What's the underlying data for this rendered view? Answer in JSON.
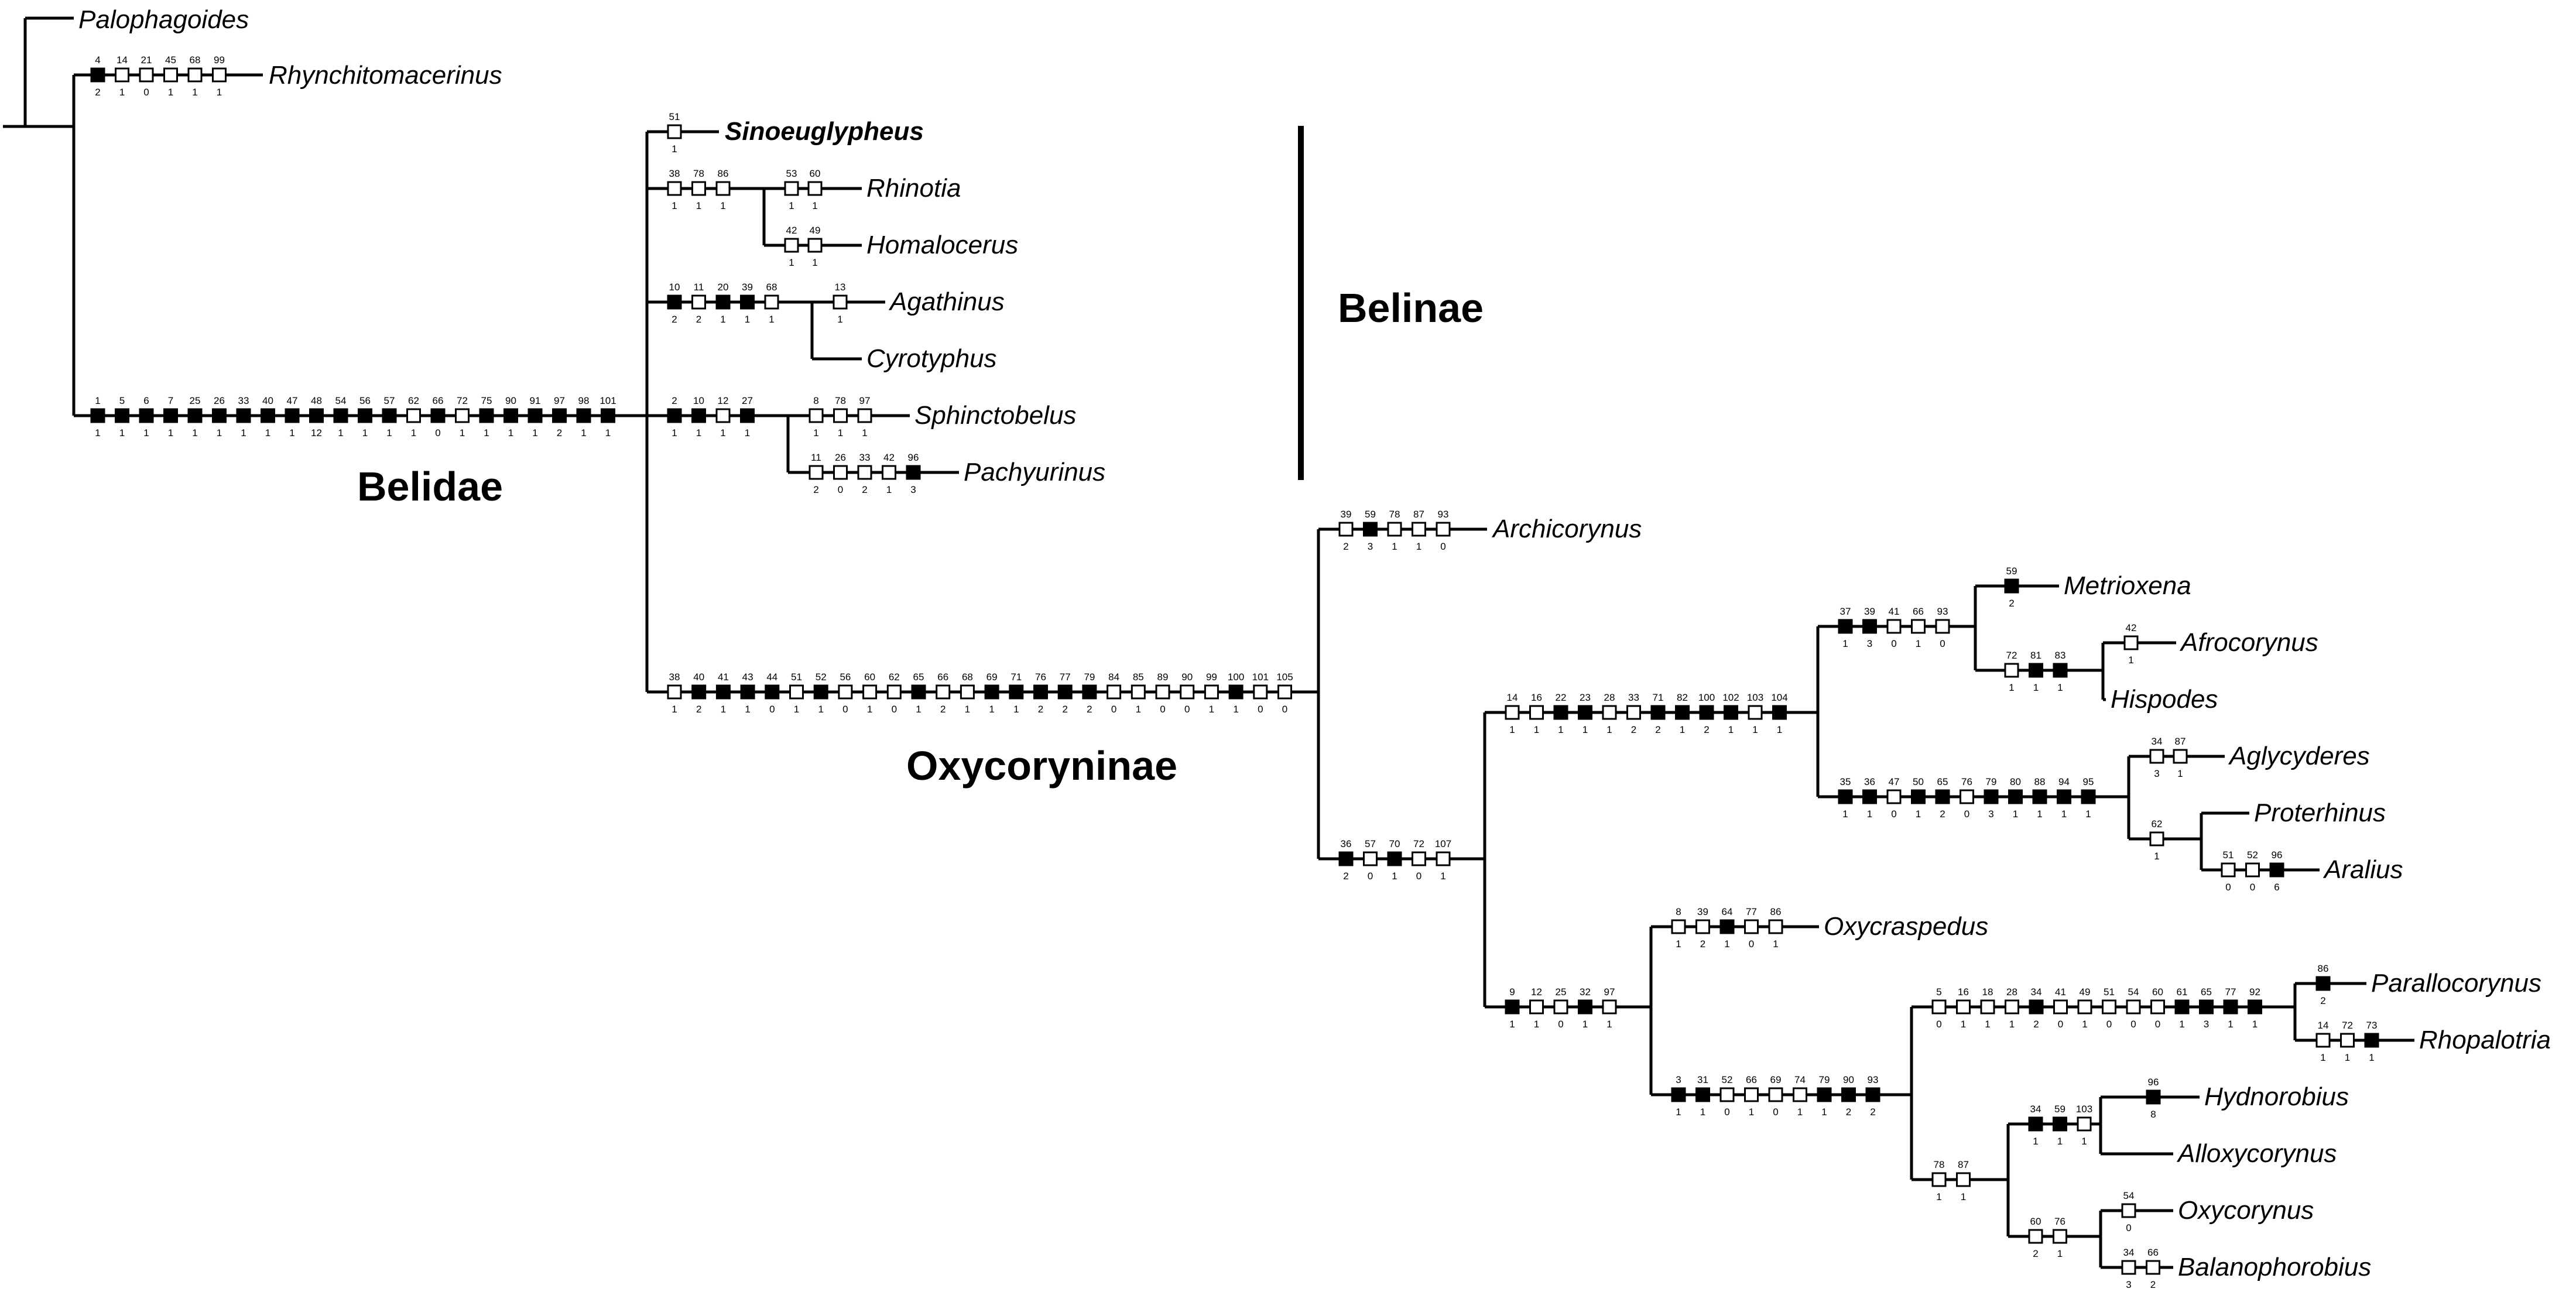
{
  "groups": {
    "belidae": "Belidae",
    "belinae": "Belinae",
    "oxycoryninae": "Oxycoryninae"
  },
  "colors": {
    "line": "#000000",
    "filled": "#000000",
    "open": "#ffffff"
  },
  "taxa": {
    "palophagoides": "Palophagoides",
    "rhynchitomacerinus": "Rhynchitomacerinus",
    "sinoeuglypheus": "Sinoeuglypheus",
    "rhinotia": "Rhinotia",
    "homalocerus": "Homalocerus",
    "agathinus": "Agathinus",
    "cyrotyphus": "Cyrotyphus",
    "sphinctobelus": "Sphinctobelus",
    "pachyurinus": "Pachyurinus",
    "archicorynus": "Archicorynus",
    "metrioxena": "Metrioxena",
    "afrocorynus": "Afrocorynus",
    "hispodes": "Hispodes",
    "aglycyderes": "Aglycyderes",
    "proterhinus": "Proterhinus",
    "aralius": "Aralius",
    "oxycraspedus": "Oxycraspedus",
    "parallocorynus": "Parallocorynus",
    "rhopalotria": "Rhopalotria",
    "hydnorobius": "Hydnorobius",
    "alloxycorynus": "Alloxycorynus",
    "oxycorynus": "Oxycorynus",
    "balanophorobius": "Balanophorobius"
  },
  "branches": {
    "rhynchitomacerinus": {
      "chars": [
        [
          "4",
          "2",
          true
        ],
        [
          "14",
          "1",
          false
        ],
        [
          "21",
          "0",
          false
        ],
        [
          "45",
          "1",
          false
        ],
        [
          "68",
          "1",
          false
        ],
        [
          "99",
          "1",
          false
        ]
      ]
    },
    "belidae": {
      "chars": [
        [
          "1",
          "1",
          true
        ],
        [
          "5",
          "1",
          true
        ],
        [
          "6",
          "1",
          true
        ],
        [
          "7",
          "1",
          true
        ],
        [
          "25",
          "1",
          true
        ],
        [
          "26",
          "1",
          true
        ],
        [
          "33",
          "1",
          true
        ],
        [
          "40",
          "1",
          true
        ],
        [
          "47",
          "1",
          true
        ],
        [
          "48",
          "12",
          true
        ],
        [
          "54",
          "1",
          true
        ],
        [
          "56",
          "1",
          true
        ],
        [
          "57",
          "1",
          true
        ],
        [
          "62",
          "1",
          false
        ],
        [
          "66",
          "0",
          true
        ],
        [
          "72",
          "1",
          false
        ],
        [
          "75",
          "1",
          true
        ],
        [
          "90",
          "1",
          true
        ],
        [
          "91",
          "1",
          true
        ],
        [
          "97",
          "2",
          true
        ],
        [
          "98",
          "1",
          true
        ],
        [
          "101",
          "1",
          true
        ]
      ]
    },
    "sinoeuglypheus": {
      "chars": [
        [
          "51",
          "1",
          false
        ]
      ]
    },
    "rhinotia_homalocerus": {
      "chars": [
        [
          "38",
          "1",
          false
        ],
        [
          "78",
          "1",
          false
        ],
        [
          "86",
          "1",
          false
        ]
      ]
    },
    "rhinotia": {
      "chars": [
        [
          "53",
          "1",
          false
        ],
        [
          "60",
          "1",
          false
        ]
      ]
    },
    "homalocerus": {
      "chars": [
        [
          "42",
          "1",
          false
        ],
        [
          "49",
          "1",
          false
        ]
      ]
    },
    "agathinus_cyrotyphus": {
      "chars": [
        [
          "10",
          "2",
          true
        ],
        [
          "11",
          "2",
          false
        ],
        [
          "20",
          "1",
          true
        ],
        [
          "39",
          "1",
          true
        ],
        [
          "68",
          "1",
          false
        ]
      ]
    },
    "agathinus": {
      "chars": [
        [
          "13",
          "1",
          false
        ]
      ]
    },
    "sphinctobelus_pachyurinus": {
      "chars": [
        [
          "2",
          "1",
          true
        ],
        [
          "10",
          "1",
          true
        ],
        [
          "12",
          "1",
          false
        ],
        [
          "27",
          "1",
          true
        ]
      ]
    },
    "sphinctobelus": {
      "chars": [
        [
          "8",
          "1",
          false
        ],
        [
          "78",
          "1",
          false
        ],
        [
          "97",
          "1",
          false
        ]
      ]
    },
    "pachyurinus": {
      "chars": [
        [
          "11",
          "2",
          false
        ],
        [
          "26",
          "0",
          false
        ],
        [
          "33",
          "2",
          false
        ],
        [
          "42",
          "1",
          false
        ],
        [
          "96",
          "3",
          true
        ]
      ]
    },
    "oxycoryninae": {
      "chars": [
        [
          "38",
          "1",
          false
        ],
        [
          "40",
          "2",
          true
        ],
        [
          "41",
          "1",
          true
        ],
        [
          "43",
          "1",
          true
        ],
        [
          "44",
          "0",
          true
        ],
        [
          "51",
          "1",
          false
        ],
        [
          "52",
          "1",
          true
        ],
        [
          "56",
          "0",
          false
        ],
        [
          "60",
          "1",
          false
        ],
        [
          "62",
          "0",
          false
        ],
        [
          "65",
          "1",
          true
        ],
        [
          "66",
          "2",
          false
        ],
        [
          "68",
          "1",
          false
        ],
        [
          "69",
          "1",
          true
        ],
        [
          "71",
          "1",
          true
        ],
        [
          "76",
          "2",
          true
        ],
        [
          "77",
          "2",
          true
        ],
        [
          "79",
          "2",
          true
        ],
        [
          "84",
          "0",
          false
        ],
        [
          "85",
          "1",
          false
        ],
        [
          "89",
          "0",
          false
        ],
        [
          "90",
          "0",
          false
        ],
        [
          "99",
          "1",
          false
        ],
        [
          "100",
          "1",
          true
        ],
        [
          "101",
          "0",
          false
        ],
        [
          "105",
          "0",
          false
        ]
      ]
    },
    "archicorynus": {
      "chars": [
        [
          "39",
          "2",
          false
        ],
        [
          "59",
          "3",
          true
        ],
        [
          "78",
          "1",
          false
        ],
        [
          "87",
          "1",
          false
        ],
        [
          "93",
          "0",
          false
        ]
      ]
    },
    "clade_36": {
      "chars": [
        [
          "36",
          "2",
          true
        ],
        [
          "57",
          "0",
          false
        ],
        [
          "70",
          "1",
          true
        ],
        [
          "72",
          "0",
          false
        ],
        [
          "107",
          "1",
          false
        ]
      ]
    },
    "clade_14": {
      "chars": [
        [
          "14",
          "1",
          false
        ],
        [
          "16",
          "1",
          false
        ],
        [
          "22",
          "1",
          true
        ],
        [
          "23",
          "1",
          true
        ],
        [
          "28",
          "1",
          false
        ],
        [
          "33",
          "2",
          false
        ],
        [
          "71",
          "2",
          true
        ],
        [
          "82",
          "1",
          true
        ],
        [
          "100",
          "2",
          true
        ],
        [
          "102",
          "1",
          true
        ],
        [
          "103",
          "1",
          false
        ],
        [
          "104",
          "1",
          true
        ]
      ]
    },
    "clade_37": {
      "chars": [
        [
          "37",
          "1",
          true
        ],
        [
          "39",
          "3",
          true
        ],
        [
          "41",
          "0",
          false
        ],
        [
          "66",
          "1",
          false
        ],
        [
          "93",
          "0",
          false
        ]
      ]
    },
    "metrioxena": {
      "chars": [
        [
          "59",
          "2",
          true
        ]
      ]
    },
    "afro_hisp": {
      "chars": [
        [
          "72",
          "1",
          false
        ],
        [
          "81",
          "1",
          true
        ],
        [
          "83",
          "1",
          true
        ]
      ]
    },
    "afrocorynus": {
      "chars": [
        [
          "42",
          "1",
          false
        ]
      ]
    },
    "clade_35": {
      "chars": [
        [
          "35",
          "1",
          true
        ],
        [
          "36",
          "1",
          true
        ],
        [
          "47",
          "0",
          false
        ],
        [
          "50",
          "1",
          true
        ],
        [
          "65",
          "2",
          true
        ],
        [
          "76",
          "0",
          false
        ],
        [
          "79",
          "3",
          true
        ],
        [
          "80",
          "1",
          true
        ],
        [
          "88",
          "1",
          true
        ],
        [
          "94",
          "1",
          true
        ],
        [
          "95",
          "1",
          true
        ]
      ]
    },
    "aglycyderes": {
      "chars": [
        [
          "34",
          "3",
          false
        ],
        [
          "87",
          "1",
          false
        ]
      ]
    },
    "proter_aral": {
      "chars": [
        [
          "62",
          "1",
          false
        ]
      ]
    },
    "aralius": {
      "chars": [
        [
          "51",
          "0",
          false
        ],
        [
          "52",
          "0",
          false
        ],
        [
          "96",
          "6",
          true
        ]
      ]
    },
    "clade_9": {
      "chars": [
        [
          "9",
          "1",
          true
        ],
        [
          "12",
          "1",
          false
        ],
        [
          "25",
          "0",
          false
        ],
        [
          "32",
          "1",
          true
        ],
        [
          "97",
          "1",
          false
        ]
      ]
    },
    "oxycraspedus": {
      "chars": [
        [
          "8",
          "1",
          false
        ],
        [
          "39",
          "2",
          false
        ],
        [
          "64",
          "1",
          true
        ],
        [
          "77",
          "0",
          false
        ],
        [
          "86",
          "1",
          false
        ]
      ]
    },
    "clade_3": {
      "chars": [
        [
          "3",
          "1",
          true
        ],
        [
          "31",
          "1",
          true
        ],
        [
          "52",
          "0",
          false
        ],
        [
          "66",
          "1",
          false
        ],
        [
          "69",
          "0",
          false
        ],
        [
          "74",
          "1",
          false
        ],
        [
          "79",
          "1",
          true
        ],
        [
          "90",
          "2",
          true
        ],
        [
          "93",
          "2",
          true
        ]
      ]
    },
    "clade_5": {
      "chars": [
        [
          "5",
          "0",
          false
        ],
        [
          "16",
          "1",
          false
        ],
        [
          "18",
          "1",
          false
        ],
        [
          "28",
          "1",
          false
        ],
        [
          "34",
          "2",
          true
        ],
        [
          "41",
          "0",
          false
        ],
        [
          "49",
          "1",
          false
        ],
        [
          "51",
          "0",
          false
        ],
        [
          "54",
          "0",
          false
        ],
        [
          "60",
          "0",
          false
        ],
        [
          "61",
          "1",
          true
        ],
        [
          "65",
          "3",
          true
        ],
        [
          "77",
          "1",
          true
        ],
        [
          "92",
          "1",
          true
        ]
      ]
    },
    "parallocorynus": {
      "chars": [
        [
          "86",
          "2",
          true
        ]
      ]
    },
    "rhopalotria": {
      "chars": [
        [
          "14",
          "1",
          false
        ],
        [
          "72",
          "1",
          false
        ],
        [
          "73",
          "1",
          true
        ]
      ]
    },
    "clade_78": {
      "chars": [
        [
          "78",
          "1",
          false
        ],
        [
          "87",
          "1",
          false
        ]
      ]
    },
    "hydno_allo": {
      "chars": [
        [
          "34",
          "1",
          true
        ],
        [
          "59",
          "1",
          true
        ],
        [
          "103",
          "1",
          false
        ]
      ]
    },
    "hydnorobius": {
      "chars": [
        [
          "96",
          "8",
          true
        ]
      ]
    },
    "oxy_bala": {
      "chars": [
        [
          "60",
          "2",
          false
        ],
        [
          "76",
          "1",
          false
        ]
      ]
    },
    "oxycorynus": {
      "chars": [
        [
          "54",
          "0",
          false
        ]
      ]
    },
    "balanophorobius": {
      "chars": [
        [
          "34",
          "3",
          false
        ],
        [
          "66",
          "2",
          false
        ]
      ]
    }
  }
}
